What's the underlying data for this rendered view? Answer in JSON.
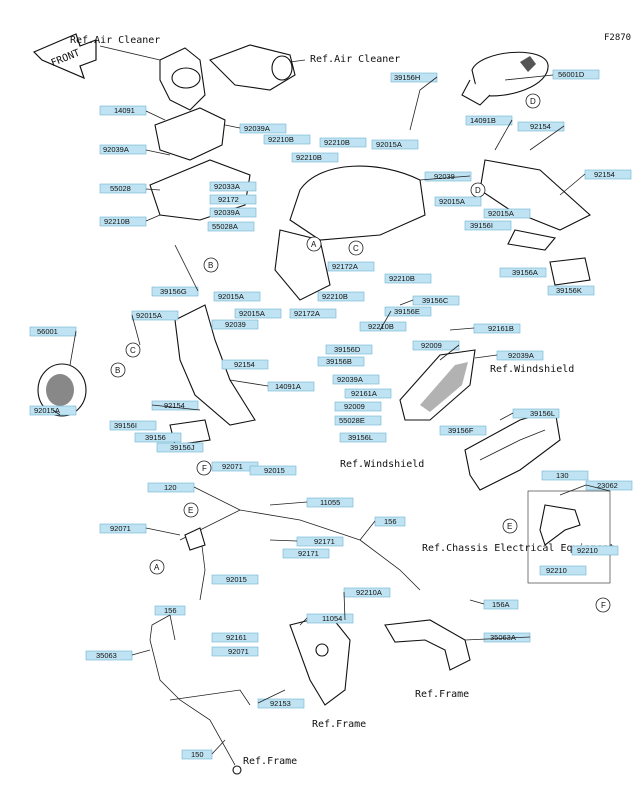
{
  "figure_id": "F2870",
  "front_label": "FRONT",
  "refs": {
    "air_cleaner_1": "Ref.Air Cleaner",
    "air_cleaner_2": "Ref.Air Cleaner",
    "windshield_1": "Ref.Windshield",
    "windshield_2": "Ref.Windshield",
    "chassis_electrical": "Ref.Chassis Electrical Equipment",
    "frame_1": "Ref.Frame",
    "frame_2": "Ref.Frame",
    "frame_3": "Ref.Frame"
  },
  "callout_letters": [
    "A",
    "B",
    "C",
    "D",
    "E",
    "F"
  ],
  "parts": {
    "p39156H": "39156H",
    "p56001D": "56001D",
    "p14091": "14091",
    "p92039A_1": "92039A",
    "p92210B_1": "92210B",
    "p92039A_2": "92039A",
    "p92210B_2": "92210B",
    "p92210B_3": "92210B",
    "p92015A_1": "92015A",
    "p14091B": "14091B",
    "p92154_1": "92154",
    "p92033A": "92033A",
    "p55028": "55028",
    "p92172": "92172",
    "p92039A_3": "92039A",
    "p55028A": "55028A",
    "p92039": "92039",
    "p92015A_2": "92015A",
    "p92154_2": "92154",
    "p92015A_3": "92015A",
    "p39156I": "39156I",
    "p92210B_4": "92210B",
    "p92172A_1": "92172A",
    "p92210B_5": "92210B",
    "p39156A": "39156A",
    "p39156G": "39156G",
    "p92015A_4": "92015A",
    "p92210B_6": "92210B",
    "p39156K": "39156K",
    "p92015A_5": "92015A",
    "p92172A_2": "92172A",
    "p39156C": "39156C",
    "p56001": "56001",
    "p92015A_6": "92015A",
    "p92039_2": "92039",
    "p39156E": "39156E",
    "p92210B_7": "92210B",
    "p92161B": "92161B",
    "p39156D": "39156D",
    "p92009": "92009",
    "p39156B": "39156B",
    "p92039A_4": "92039A",
    "p92154_3": "92154",
    "p14091A": "14091A",
    "p92039A_5": "92039A",
    "p92161A": "92161A",
    "p92015A_7": "92015A",
    "p92009_2": "92009",
    "p92154_4": "92154",
    "p55028E": "55028E",
    "p39156L": "39156L",
    "p39156I_2": "39156I",
    "p39156F": "39156F",
    "p39156": "39156",
    "p39156L_2": "39156L",
    "p39156J": "39156J",
    "p92071": "92071",
    "p92015": "92015",
    "p23062": "23062",
    "p120": "120",
    "p11055": "11055",
    "p130": "130",
    "p92071_2": "92071",
    "p156": "156",
    "p92171": "92171",
    "p92171_2": "92171",
    "p92210": "92210",
    "p92015_2": "92015",
    "p92210_2": "92210",
    "p92210A": "92210A",
    "p156_2": "156",
    "p156A": "156A",
    "p11054": "11054",
    "p35063": "35063",
    "p92161": "92161",
    "p35063A": "35063A",
    "p92071_3": "92071",
    "p92153": "92153",
    "p150": "150"
  }
}
